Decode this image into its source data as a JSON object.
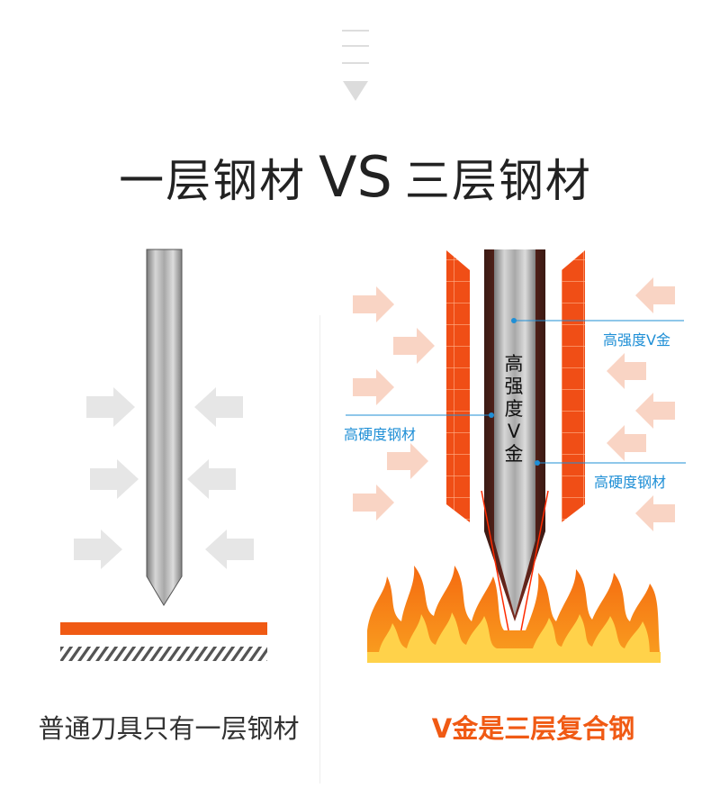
{
  "heading": {
    "left": "一层钢材",
    "vs": "VS",
    "right": "三层钢材"
  },
  "labels": {
    "core": "高强度V金",
    "left_layer": "高硬度钢材",
    "right_layer": "高硬度钢材",
    "core_vertical": "高强度V金"
  },
  "captions": {
    "left": "普通刀具只有一层钢材",
    "right": "V金是三层复合钢"
  },
  "colors": {
    "accent_orange": "#f05a14",
    "label_blue": "#1f8fd6",
    "arrow_gray": "#e6e6e6",
    "arrow_peach": "#f9d4c4"
  }
}
